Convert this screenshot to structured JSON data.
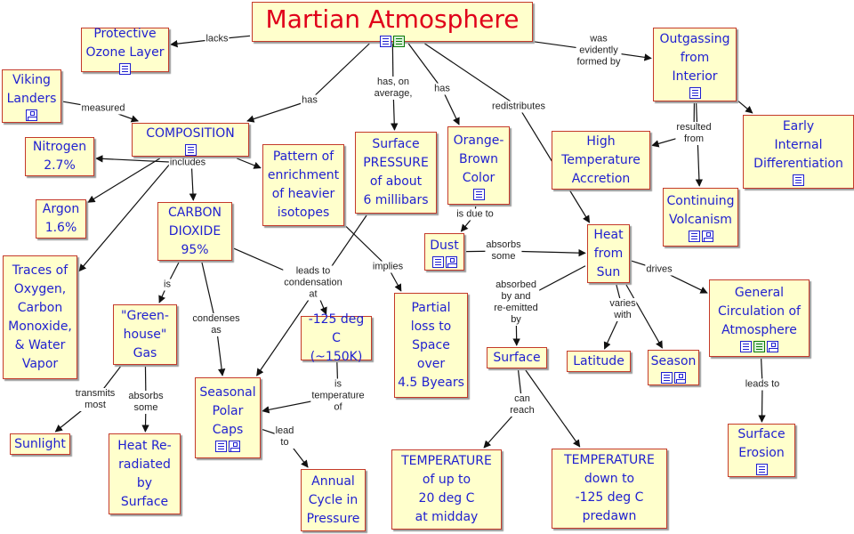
{
  "nodes": {
    "martian_atmosphere": {
      "label": "Martian Atmosphere",
      "icons": [
        "doc",
        "media"
      ]
    },
    "protective_ozone": {
      "label": "Protective\nOzone Layer",
      "icons": [
        "doc"
      ]
    },
    "viking_landers": {
      "label": "Viking\nLanders",
      "icons": [
        "map"
      ]
    },
    "composition": {
      "label": "COMPOSITION",
      "icons": [
        "doc"
      ]
    },
    "nitrogen": {
      "label": "Nitrogen\n2.7%",
      "icons": []
    },
    "argon": {
      "label": "Argon\n1.6%",
      "icons": []
    },
    "traces": {
      "label": "Traces of\nOxygen,\nCarbon\nMonoxide,\n& Water\nVapor",
      "icons": []
    },
    "co2": {
      "label": "CARBON\nDIOXIDE\n95%",
      "icons": []
    },
    "greenhouse": {
      "label": "\"Green-\nhouse\"\nGas",
      "icons": []
    },
    "sunlight": {
      "label": "Sunlight",
      "icons": []
    },
    "heat_reradiated": {
      "label": "Heat Re-\nradiated\nby\nSurface",
      "icons": []
    },
    "polar_caps": {
      "label": "Seasonal\nPolar\nCaps",
      "icons": [
        "doc",
        "map"
      ]
    },
    "annual_cycle": {
      "label": "Annual\nCycle in\nPressure",
      "icons": []
    },
    "pattern": {
      "label": "Pattern of\nenrichment\nof heavier\nisotopes",
      "icons": []
    },
    "minus125": {
      "label": "-125 deg C\n(~150K)",
      "icons": []
    },
    "surface_pressure": {
      "label": "Surface\nPRESSURE\nof about\n6 millibars",
      "icons": []
    },
    "partial_loss": {
      "label": "Partial\nloss to\nSpace\nover\n4.5 Byears",
      "icons": []
    },
    "orange_brown": {
      "label": "Orange-\nBrown\nColor",
      "icons": [
        "doc"
      ]
    },
    "dust": {
      "label": "Dust",
      "icons": [
        "doc",
        "map"
      ]
    },
    "heat_sun": {
      "label": "Heat\nfrom\nSun",
      "icons": []
    },
    "surface": {
      "label": "Surface",
      "icons": []
    },
    "temp_up": {
      "label": "TEMPERATURE\nof up to\n20 deg C\nat midday",
      "icons": []
    },
    "temp_down": {
      "label": "TEMPERATURE\ndown to\n-125 deg C\npredawn",
      "icons": []
    },
    "latitude": {
      "label": "Latitude",
      "icons": []
    },
    "season": {
      "label": "Season",
      "icons": [
        "doc",
        "map"
      ]
    },
    "general_circ": {
      "label": "General\nCirculation of\nAtmosphere",
      "icons": [
        "doc",
        "media",
        "map"
      ]
    },
    "surface_erosion": {
      "label": "Surface\nErosion",
      "icons": [
        "doc"
      ]
    },
    "outgassing": {
      "label": "Outgassing\nfrom\nInterior",
      "icons": [
        "doc"
      ]
    },
    "high_temp": {
      "label": "High\nTemperature\nAccretion",
      "icons": []
    },
    "early_internal": {
      "label": "Early\nInternal\nDifferentiation",
      "icons": [
        "doc"
      ]
    },
    "volcanism": {
      "label": "Continuing\nVolcanism",
      "icons": [
        "doc",
        "map"
      ]
    }
  },
  "links": {
    "lacks": "lacks",
    "has1": "has",
    "has_on_average": "has, on\naverage,",
    "has2": "has",
    "redistributes": "redistributes",
    "formed_by": "was\nevidently\nformed by",
    "measured": "measured",
    "includes": "includes",
    "is": "is",
    "condenses_as": "condenses\nas",
    "leads_to_condensation": "leads to\ncondensation\nat",
    "implies": "implies",
    "is_due_to": "is due to",
    "absorbs_some1": "absorbs\nsome",
    "transmits_most": "transmits\nmost",
    "absorbs_some2": "absorbs\nsome",
    "is_temperature_of": "is\ntemperature\nof",
    "lead_to": "lead\nto",
    "absorbed_reemitted": "absorbed\nby and\nre-emitted\nby",
    "varies_with": "varies\nwith",
    "drives": "drives",
    "can_reach": "can\nreach",
    "leads_to": "leads to",
    "resulted_from": "resulted\nfrom"
  },
  "colors": {
    "box_fill": "#ffffcc",
    "box_border": "#c43a2a",
    "node_text": "#1f1fd0",
    "title_text": "#e0001a",
    "line": "#111111"
  }
}
